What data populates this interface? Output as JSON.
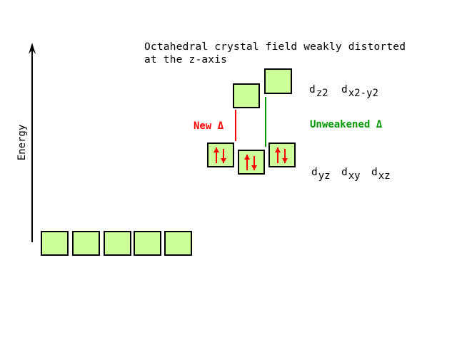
{
  "title_line1": "Octahedral crystal field weakly distorted",
  "title_line2": "at the z-axis",
  "y_axis_label": "Energy",
  "new_delta_label": "New",
  "unweakened_delta_label": "Unweakened",
  "delta_symbol": "Δ",
  "upper_orbitals": [
    {
      "letter": "d",
      "subscript": "z2"
    },
    {
      "letter": "d",
      "subscript": "x2-y2"
    }
  ],
  "lower_orbitals": [
    {
      "letter": "d",
      "subscript": "yz"
    },
    {
      "letter": "d",
      "subscript": "xy"
    },
    {
      "letter": "d",
      "subscript": "xz"
    }
  ],
  "colors": {
    "orbital_fill": "#ccff99",
    "electron_arrow": "#ff0000",
    "new_delta": "#ff0000",
    "unweakened_delta": "#009900",
    "axis": "#000000"
  },
  "degenerate_orbitals_count": 5,
  "electrons_per_lower_orbital": 2
}
